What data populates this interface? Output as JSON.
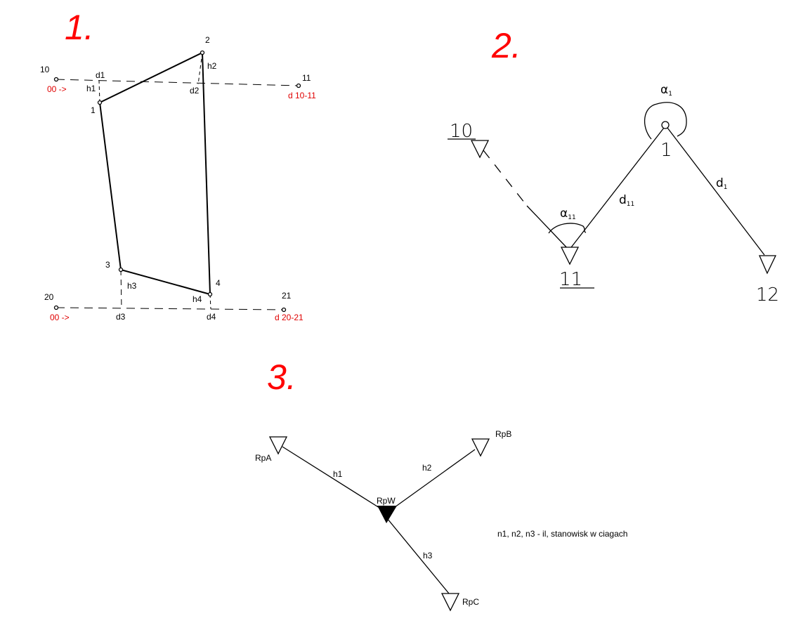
{
  "section_numbers": [
    "1.",
    "2.",
    "3."
  ],
  "diagram1": {
    "points": {
      "p1": "1",
      "p2": "2",
      "p3": "3",
      "p4": "4",
      "p10": "10",
      "p11": "11",
      "p20": "20",
      "p21": "21"
    },
    "offsets": {
      "d1": "d1",
      "d2": "d2",
      "d3": "d3",
      "d4": "d4",
      "h1": "h1",
      "h2": "h2",
      "h3": "h3",
      "h4": "h4"
    },
    "red_labels": {
      "start_top": "00 ->",
      "end_top": "d 10-11",
      "start_bottom": "00 ->",
      "end_bottom": "d 20-21"
    },
    "colors": {
      "red": "#e00000"
    }
  },
  "diagram2": {
    "stations": {
      "s10": "10",
      "s11": "11",
      "s12": "12",
      "p1": "1"
    },
    "angle_alpha1": {
      "sym": "α",
      "sub": "1"
    },
    "angle_alpha11": {
      "sym": "α",
      "sub": "11"
    },
    "dist_d11": {
      "sym": "d",
      "sub": "11"
    },
    "dist_d1": {
      "sym": "d",
      "sub": "1"
    }
  },
  "diagram3": {
    "benchmarks": {
      "a": "RpA",
      "b": "RpB",
      "c": "RpC",
      "w": "RpW"
    },
    "heights": {
      "h1": "h1",
      "h2": "h2",
      "h3": "h3"
    },
    "note": "n1, n2, n3 - il, stanowisk w ciagach"
  }
}
